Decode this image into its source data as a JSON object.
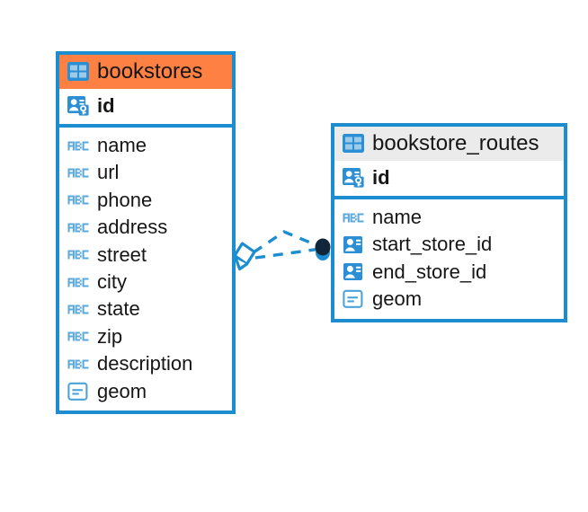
{
  "diagram": {
    "type": "entity-relationship-diagram",
    "background": "#ffffff",
    "colors": {
      "border": "#1b8dd0",
      "accent_header": "#ff8043",
      "neutral_header": "#ebebeb",
      "icon_blue": "#2a8fd4",
      "icon_light_blue": "#6cb6e4",
      "text": "#161616",
      "connector": "#1b8dd0",
      "connector_node": "#12263a"
    },
    "entities": [
      {
        "name": "bookstores",
        "header_icon": "table-icon",
        "header_style": "accent",
        "primary_key": {
          "label": "id",
          "icon": "primary-key-icon"
        },
        "fields": [
          {
            "label": "name",
            "icon": "text-type-icon"
          },
          {
            "label": "url",
            "icon": "text-type-icon"
          },
          {
            "label": "phone",
            "icon": "text-type-icon"
          },
          {
            "label": "address",
            "icon": "text-type-icon"
          },
          {
            "label": "street",
            "icon": "text-type-icon"
          },
          {
            "label": "city",
            "icon": "text-type-icon"
          },
          {
            "label": "state",
            "icon": "text-type-icon"
          },
          {
            "label": "zip",
            "icon": "text-type-icon"
          },
          {
            "label": "description",
            "icon": "text-type-icon"
          },
          {
            "label": "geom",
            "icon": "geometry-type-icon"
          }
        ]
      },
      {
        "name": "bookstore_routes",
        "header_icon": "table-icon",
        "header_style": "neutral",
        "primary_key": {
          "label": "id",
          "icon": "primary-key-icon"
        },
        "fields": [
          {
            "label": "name",
            "icon": "text-type-icon"
          },
          {
            "label": "start_store_id",
            "icon": "foreign-key-icon"
          },
          {
            "label": "end_store_id",
            "icon": "foreign-key-icon"
          },
          {
            "label": "geom",
            "icon": "geometry-type-icon"
          }
        ]
      }
    ],
    "relationship": {
      "from_entity": "bookstores",
      "to_entity": "bookstore_routes",
      "source_marker": "diamond-icon",
      "target_marker": "connection-node-icon",
      "line_style": "dashed"
    }
  }
}
